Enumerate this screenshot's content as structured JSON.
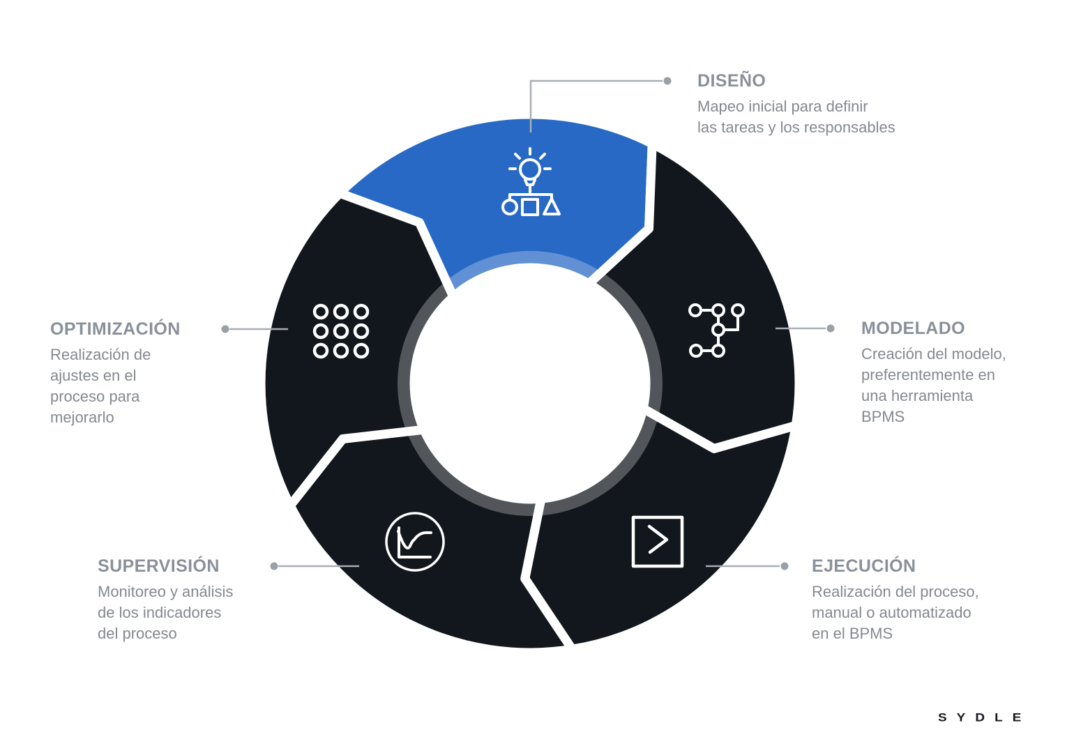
{
  "diagram": {
    "steps": [
      {
        "title": "DISEÑO",
        "description": "Mapeo inicial para definir\nlas tareas y los responsables",
        "icon": "idea-flowchart-icon",
        "highlighted": true
      },
      {
        "title": "MODELADO",
        "description": "Creación del modelo,\npreferentemente en\nuna herramienta\nBPMS",
        "icon": "connected-nodes-icon",
        "highlighted": false
      },
      {
        "title": "EJECUCIÓN",
        "description": "Realización del proceso,\nmanual o automatizado\nen el BPMS",
        "icon": "play-square-icon",
        "highlighted": false
      },
      {
        "title": "SUPERVISIÓN",
        "description": "Monitoreo y análisis\nde los indicadores\ndel proceso",
        "icon": "line-chart-icon",
        "highlighted": false
      },
      {
        "title": "OPTIMIZACIÓN",
        "description": "Realización de\najustes en el\nproceso para\nmejorarlo",
        "icon": "dots-grid-icon",
        "highlighted": false
      }
    ],
    "colors": {
      "highlight_blue": "#2769c5",
      "highlight_blue_inner": "#6b9bdc",
      "segment_dark": "#12161d",
      "segment_dark_inner": "#54575c",
      "inner_ring_overlay": "rgba(255,255,255,0.27)",
      "connector_line": "#a9aeb4",
      "connector_dot": "#9aa0a7",
      "title_text": "#8a909a",
      "body_text": "#84888f",
      "icon_stroke": "#ffffff",
      "logo_text_color": "#15181e"
    }
  },
  "brand": {
    "logo_text": "SYDLE"
  }
}
